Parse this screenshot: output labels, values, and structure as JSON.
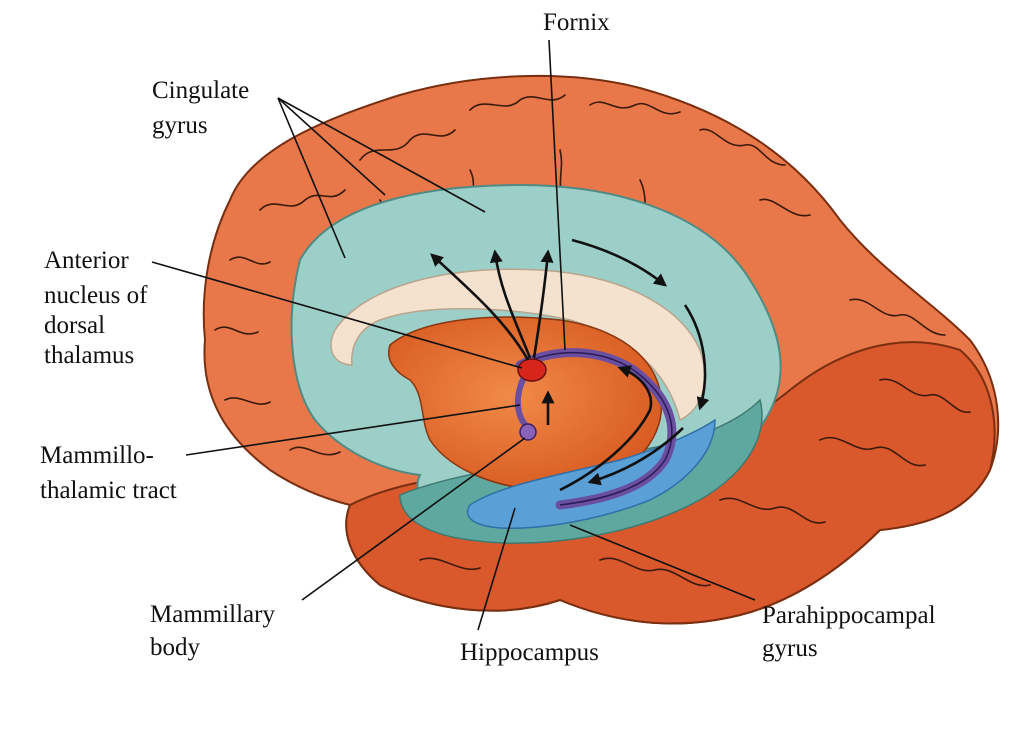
{
  "labels": {
    "fornix": "Fornix",
    "cingulate": [
      "Cingulate",
      "gyrus"
    ],
    "anterior": [
      "Anterior",
      "nucleus of",
      "dorsal",
      "thalamus"
    ],
    "mammillothalamic": [
      "Mammillo-",
      "thalamic tract"
    ],
    "mammillary": [
      "Mammillary",
      "body"
    ],
    "hippocampus": "Hippocampus",
    "parahippocampal": [
      "Parahippocampal",
      "gyrus"
    ]
  },
  "colors": {
    "cortex": "#e8784a",
    "cortex_dark": "#d9582c",
    "cingulate": "#9ccfc8",
    "callosum": "#f4e2cf",
    "thalamus": "#e0611f",
    "hippocampus": "#5a9fd6",
    "fornix": "#6a4fa0",
    "nucleus": "#d8251c"
  }
}
